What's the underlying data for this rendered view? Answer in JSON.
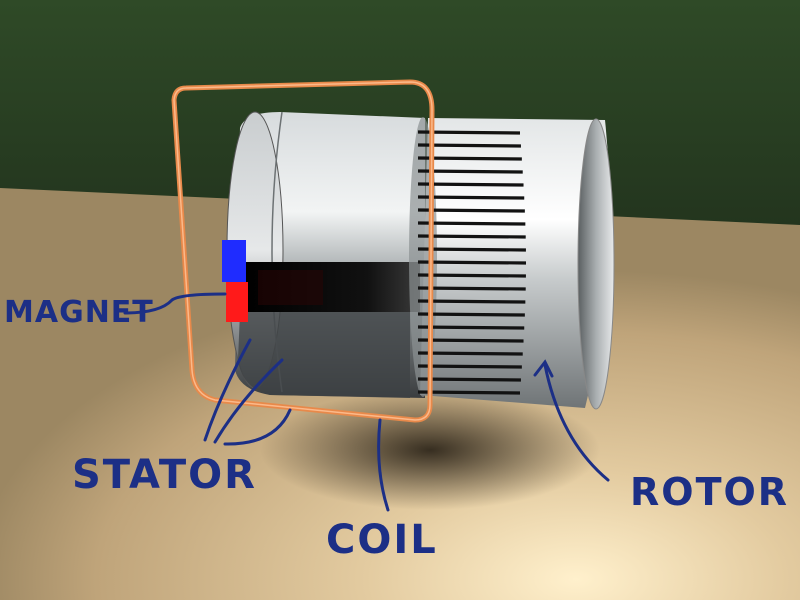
{
  "labels": {
    "magnet": "MAGNET",
    "stator": "STATOR",
    "coil": "COIL",
    "rotor": "ROTOR"
  },
  "colors": {
    "annotation_ink": "#1c2f86",
    "coil_copper": "#e8894a",
    "magnet_north": "#1f2cff",
    "magnet_south": "#ff1a1a",
    "table_surface": "#d8c39c",
    "background_foliage": "#2c3a24"
  },
  "rotor": {
    "slot_count": 21
  }
}
